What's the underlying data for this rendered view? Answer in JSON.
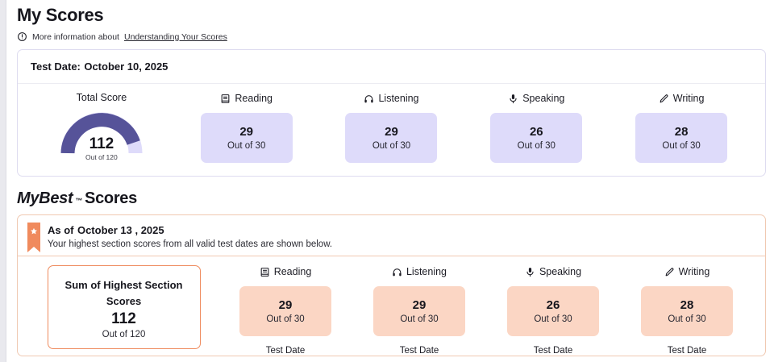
{
  "page": {
    "title": "My Scores",
    "info_text": "More information about",
    "info_link": "Understanding Your Scores",
    "info_icon": "circle-exclamation-icon"
  },
  "my_scores": {
    "test_date_label": "Test Date:",
    "test_date_value": "October 10, 2025",
    "total": {
      "label": "Total Score",
      "value": "112",
      "out_of": "Out of 120",
      "max": 120,
      "percent": 93.3,
      "arc_color": "#565399",
      "track_color": "#dedbfa"
    },
    "sections": [
      {
        "label": "Reading",
        "icon": "book-icon",
        "value": "29",
        "out_of": "Out of 30"
      },
      {
        "label": "Listening",
        "icon": "headphones-icon",
        "value": "29",
        "out_of": "Out of 30"
      },
      {
        "label": "Speaking",
        "icon": "microphone-icon",
        "value": "26",
        "out_of": "Out of 30"
      },
      {
        "label": "Writing",
        "icon": "pencil-icon",
        "value": "28",
        "out_of": "Out of 30"
      }
    ],
    "card_color": "#dedbfa"
  },
  "mybest": {
    "title_main": "MyBest",
    "title_tm": "™",
    "title_suffix": "Scores",
    "ribbon_icon": "star-bookmark-icon",
    "as_of_label": "As of",
    "as_of_value": "October 13 , 2025",
    "description": "Your highest section scores from all valid test dates are shown below.",
    "sum_card": {
      "title": "Sum of Highest Section Scores",
      "value": "112",
      "out_of": "Out of 120",
      "border_color": "#ef8b5e"
    },
    "sections": [
      {
        "label": "Reading",
        "icon": "book-icon",
        "value": "29",
        "out_of": "Out of 30",
        "test_date_label": "Test Date"
      },
      {
        "label": "Listening",
        "icon": "headphones-icon",
        "value": "29",
        "out_of": "Out of 30",
        "test_date_label": "Test Date"
      },
      {
        "label": "Speaking",
        "icon": "microphone-icon",
        "value": "26",
        "out_of": "Out of 30",
        "test_date_label": "Test Date"
      },
      {
        "label": "Writing",
        "icon": "pencil-icon",
        "value": "28",
        "out_of": "Out of 30",
        "test_date_label": "Test Date"
      }
    ],
    "card_color": "#fbd6c4"
  }
}
